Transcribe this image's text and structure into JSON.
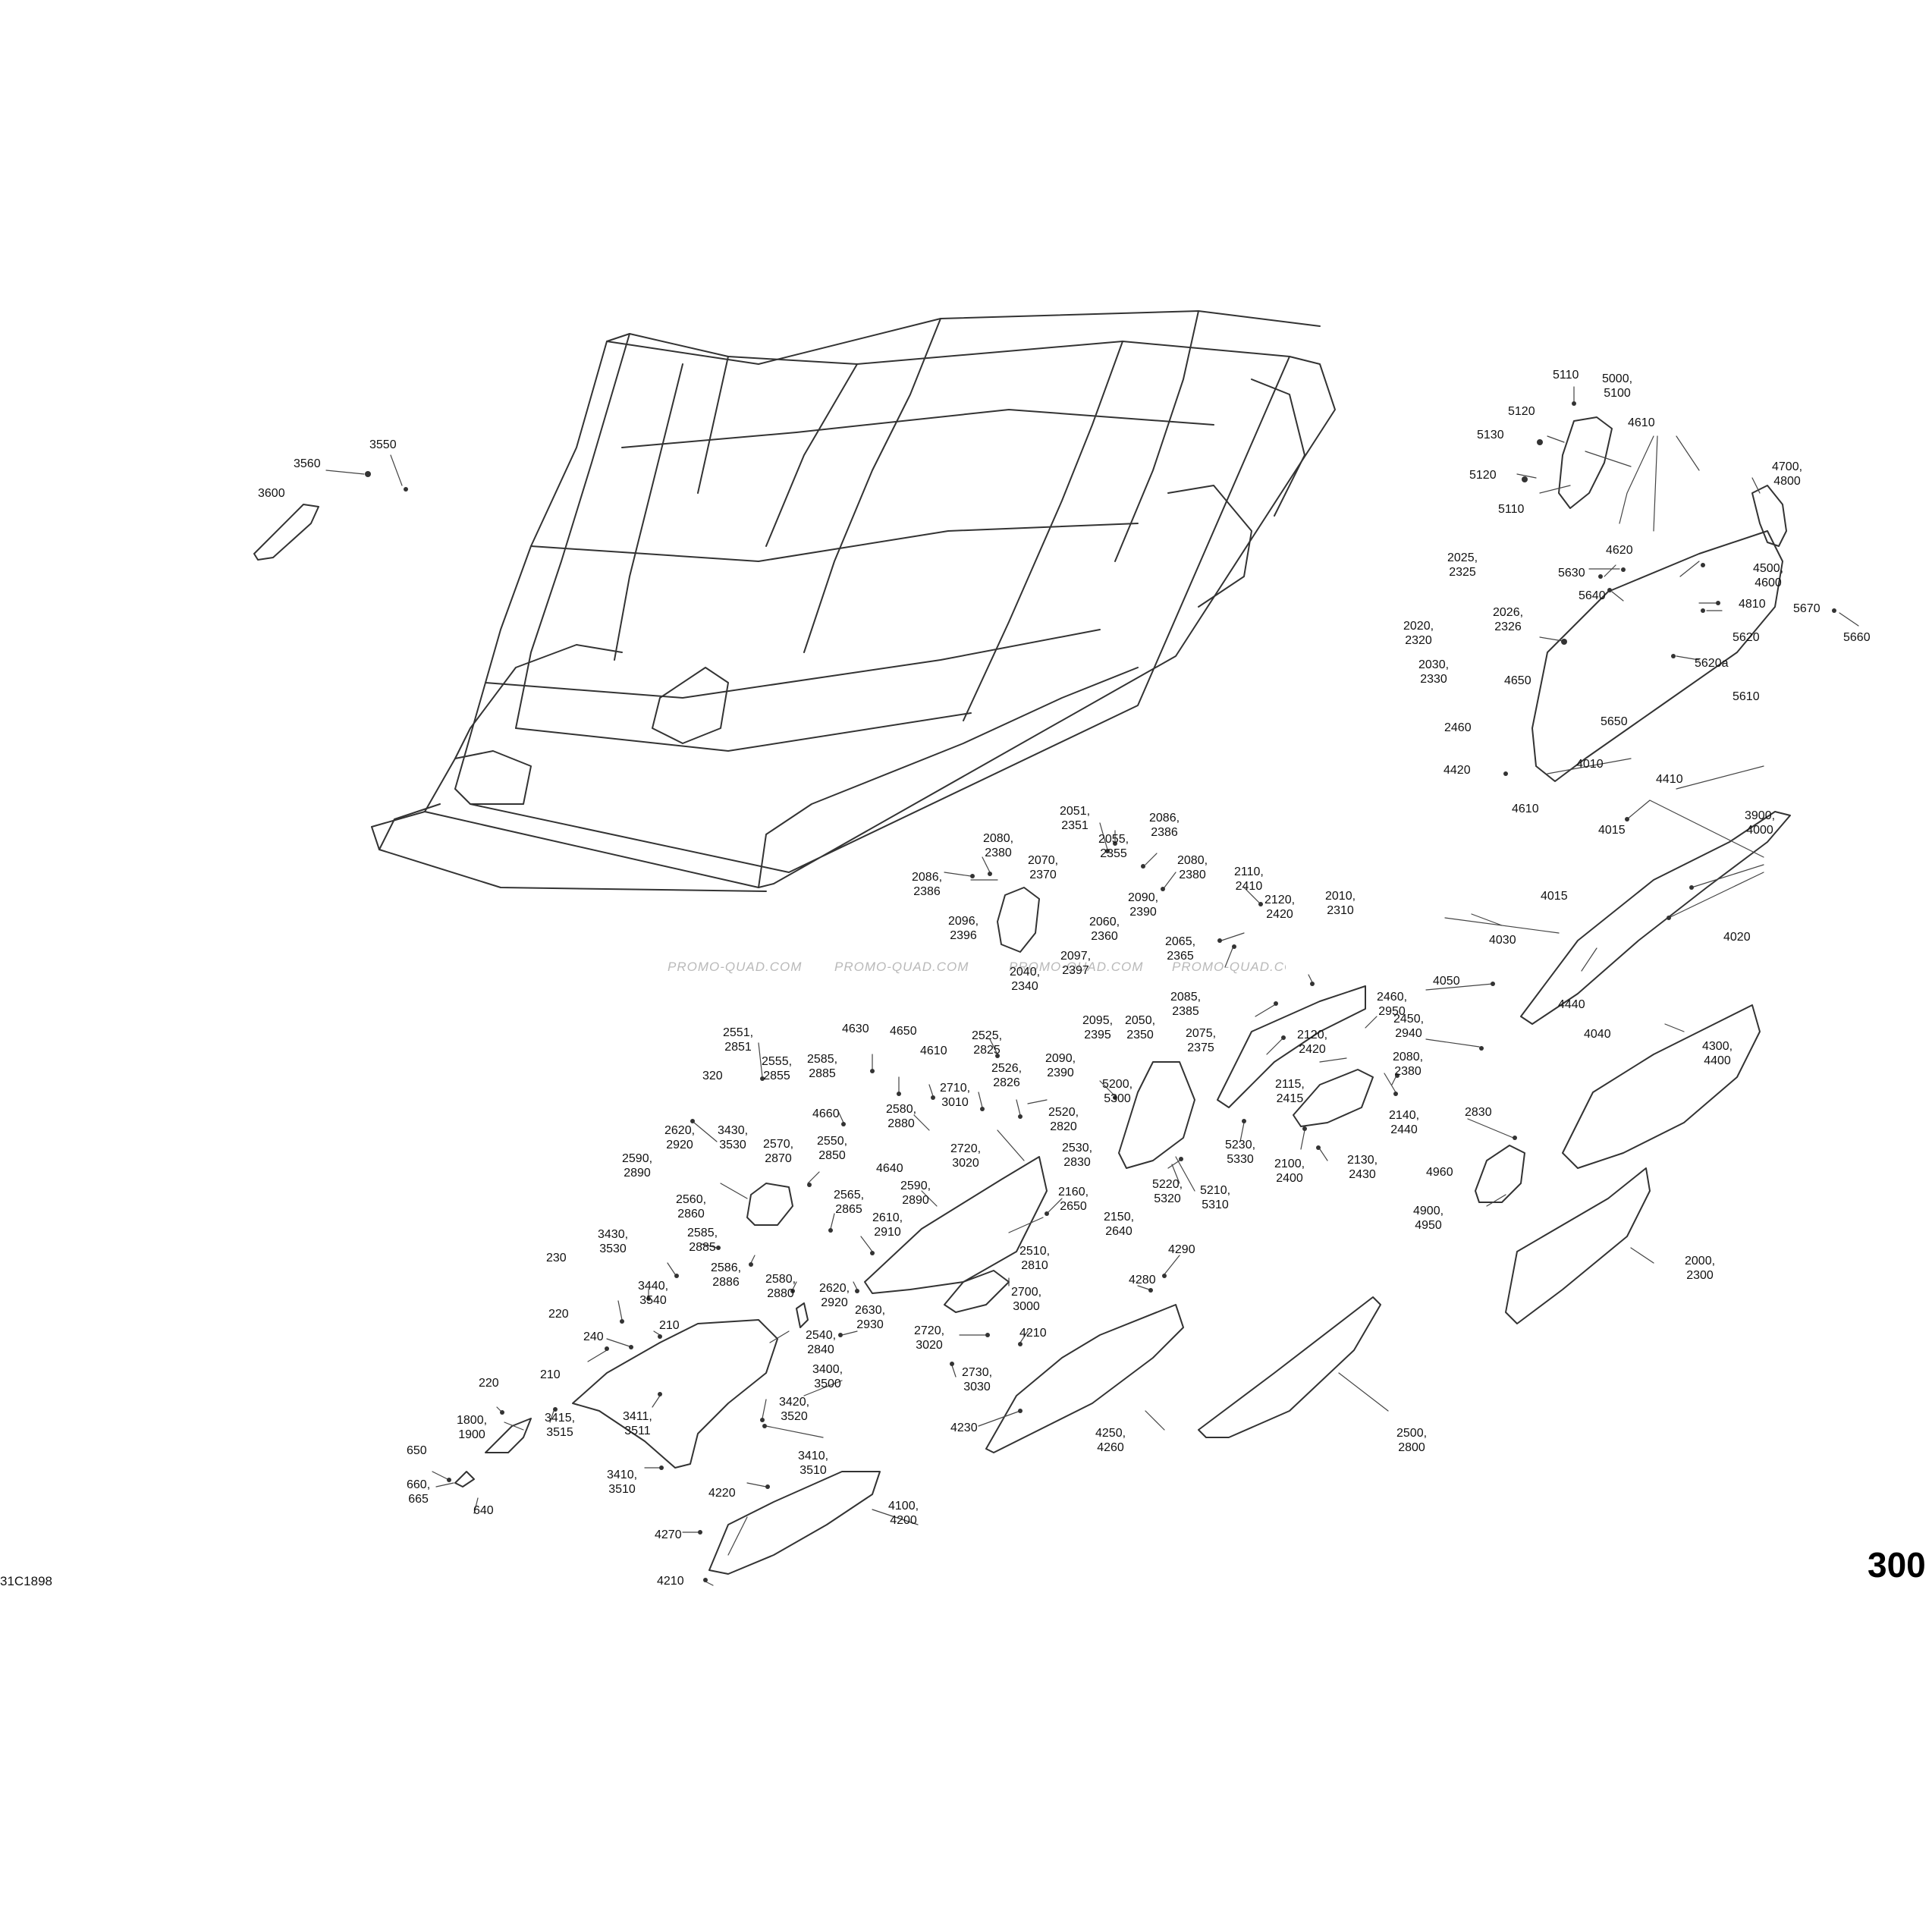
{
  "diagram": {
    "drawing_code": "31C1898",
    "page_number": "300",
    "watermark": "PROMO-QUAD.COM",
    "parts": [
      {
        "id": "p3550",
        "text": "3550"
      },
      {
        "id": "p3560",
        "text": "3560"
      },
      {
        "id": "p3600",
        "text": "3600"
      },
      {
        "id": "p5110a",
        "text": "5110"
      },
      {
        "id": "p5000",
        "text": "5000,\n5100"
      },
      {
        "id": "p5120a",
        "text": "5120"
      },
      {
        "id": "p5130",
        "text": "5130"
      },
      {
        "id": "p4610a",
        "text": "4610"
      },
      {
        "id": "p4700",
        "text": "4700,\n4800"
      },
      {
        "id": "p5120b",
        "text": "5120"
      },
      {
        "id": "p5110b",
        "text": "5110"
      },
      {
        "id": "p4620",
        "text": "4620"
      },
      {
        "id": "p2025",
        "text": "2025,\n2325"
      },
      {
        "id": "p5630",
        "text": "5630"
      },
      {
        "id": "p4500",
        "text": "4500,\n4600"
      },
      {
        "id": "p5640",
        "text": "5640"
      },
      {
        "id": "p2026",
        "text": "2026,\n2326"
      },
      {
        "id": "p4810",
        "text": "4810"
      },
      {
        "id": "p5670",
        "text": "5670"
      },
      {
        "id": "p2020",
        "text": "2020,\n2320"
      },
      {
        "id": "p5620",
        "text": "5620"
      },
      {
        "id": "p5660",
        "text": "5660"
      },
      {
        "id": "p2030",
        "text": "2030,\n2330"
      },
      {
        "id": "p5620a",
        "text": "5620a"
      },
      {
        "id": "p4650a",
        "text": "4650"
      },
      {
        "id": "p5610",
        "text": "5610"
      },
      {
        "id": "p5650",
        "text": "5650"
      },
      {
        "id": "p2460a",
        "text": "2460"
      },
      {
        "id": "p4420",
        "text": "4420"
      },
      {
        "id": "p4010",
        "text": "4010"
      },
      {
        "id": "p4410",
        "text": "4410"
      },
      {
        "id": "p4610b",
        "text": "4610"
      },
      {
        "id": "p3900",
        "text": "3900,\n4000"
      },
      {
        "id": "p4015a",
        "text": "4015"
      },
      {
        "id": "p4015b",
        "text": "4015"
      },
      {
        "id": "p4020",
        "text": "4020"
      },
      {
        "id": "p4030",
        "text": "4030"
      },
      {
        "id": "p4050",
        "text": "4050"
      },
      {
        "id": "p4440",
        "text": "4440"
      },
      {
        "id": "p4040",
        "text": "4040"
      },
      {
        "id": "p4300",
        "text": "4300,\n4400"
      },
      {
        "id": "p2830",
        "text": "2830"
      },
      {
        "id": "p4960",
        "text": "4960"
      },
      {
        "id": "p4900",
        "text": "4900,\n4950"
      },
      {
        "id": "p2000",
        "text": "2000,\n2300"
      },
      {
        "id": "p2051",
        "text": "2051,\n2351"
      },
      {
        "id": "p2055",
        "text": "2055,\n2355"
      },
      {
        "id": "p2086a",
        "text": "2086,\n2386"
      },
      {
        "id": "p2080a",
        "text": "2080,\n2380"
      },
      {
        "id": "p2070",
        "text": "2070,\n2370"
      },
      {
        "id": "p2080b",
        "text": "2080,\n2380"
      },
      {
        "id": "p2110",
        "text": "2110,\n2410"
      },
      {
        "id": "p2086b",
        "text": "2086,\n2386"
      },
      {
        "id": "p2096",
        "text": "2096,\n2396"
      },
      {
        "id": "p2090a",
        "text": "2090,\n2390"
      },
      {
        "id": "p2060",
        "text": "2060,\n2360"
      },
      {
        "id": "p2120a",
        "text": "2120,\n2420"
      },
      {
        "id": "p2010",
        "text": "2010,\n2310"
      },
      {
        "id": "p2065",
        "text": "2065,\n2365"
      },
      {
        "id": "p2097",
        "text": "2097,\n2397"
      },
      {
        "id": "p2040",
        "text": "2040,\n2340"
      },
      {
        "id": "p2085",
        "text": "2085,\n2385"
      },
      {
        "id": "p2460b",
        "text": "2460,\n2950"
      },
      {
        "id": "p2525",
        "text": "2525,\n2825"
      },
      {
        "id": "p2095",
        "text": "2095,\n2395"
      },
      {
        "id": "p2050",
        "text": "2050,\n2350"
      },
      {
        "id": "p2075",
        "text": "2075,\n2375"
      },
      {
        "id": "p2450",
        "text": "2450,\n2940"
      },
      {
        "id": "p2120b",
        "text": "2120,\n2420"
      },
      {
        "id": "p2551",
        "text": "2551,\n2851"
      },
      {
        "id": "p4630",
        "text": "4630"
      },
      {
        "id": "p4650b",
        "text": "4650"
      },
      {
        "id": "p4610c",
        "text": "4610"
      },
      {
        "id": "p2090b",
        "text": "2090,\n2390"
      },
      {
        "id": "p2080c",
        "text": "2080,\n2380"
      },
      {
        "id": "p2555",
        "text": "2555,\n2855"
      },
      {
        "id": "p2585a",
        "text": "2585,\n2885"
      },
      {
        "id": "p2526",
        "text": "2526,\n2826"
      },
      {
        "id": "p320",
        "text": "320"
      },
      {
        "id": "p2710",
        "text": "2710,\n3010"
      },
      {
        "id": "p2115",
        "text": "2115,\n2415"
      },
      {
        "id": "p2140",
        "text": "2140,\n2440"
      },
      {
        "id": "p5200",
        "text": "5200,\n5300"
      },
      {
        "id": "p4660",
        "text": "4660"
      },
      {
        "id": "p2580a",
        "text": "2580,\n2880"
      },
      {
        "id": "p2520",
        "text": "2520,\n2820"
      },
      {
        "id": "p2620a",
        "text": "2620,\n2920"
      },
      {
        "id": "p3430a",
        "text": "3430,\n3530"
      },
      {
        "id": "p2570",
        "text": "2570,\n2870"
      },
      {
        "id": "p2550",
        "text": "2550,\n2850"
      },
      {
        "id": "p2720a",
        "text": "2720,\n3020"
      },
      {
        "id": "p2530",
        "text": "2530,\n2830"
      },
      {
        "id": "p5230",
        "text": "5230,\n5330"
      },
      {
        "id": "p2100",
        "text": "2100,\n2400"
      },
      {
        "id": "p2130",
        "text": "2130,\n2430"
      },
      {
        "id": "p2590a",
        "text": "2590,\n2890"
      },
      {
        "id": "p4640",
        "text": "4640"
      },
      {
        "id": "p5220",
        "text": "5220,\n5320"
      },
      {
        "id": "p5210",
        "text": "5210,\n5310"
      },
      {
        "id": "p2560",
        "text": "2560,\n2860"
      },
      {
        "id": "p2590b",
        "text": "2590,\n2890"
      },
      {
        "id": "p2565",
        "text": "2565,\n2865"
      },
      {
        "id": "p2160",
        "text": "2160,\n2650"
      },
      {
        "id": "p2150",
        "text": "2150,\n2640"
      },
      {
        "id": "p2585b",
        "text": "2585,\n2885"
      },
      {
        "id": "p2610",
        "text": "2610,\n2910"
      },
      {
        "id": "p3430b",
        "text": "3430,\n3530"
      },
      {
        "id": "p230",
        "text": "230"
      },
      {
        "id": "p2510",
        "text": "2510,\n2810"
      },
      {
        "id": "p4290",
        "text": "4290"
      },
      {
        "id": "p2586",
        "text": "2586,\n2886"
      },
      {
        "id": "p2580b",
        "text": "2580,\n2880"
      },
      {
        "id": "p2620b",
        "text": "2620,\n2920"
      },
      {
        "id": "p4280",
        "text": "4280"
      },
      {
        "id": "p3440",
        "text": "3440,\n3540"
      },
      {
        "id": "p220a",
        "text": "220"
      },
      {
        "id": "p2700",
        "text": "2700,\n3000"
      },
      {
        "id": "p2630",
        "text": "2630,\n2930"
      },
      {
        "id": "p210a",
        "text": "210"
      },
      {
        "id": "p240",
        "text": "240"
      },
      {
        "id": "p2540",
        "text": "2540,\n2840"
      },
      {
        "id": "p2720b",
        "text": "2720,\n3020"
      },
      {
        "id": "p4210a",
        "text": "4210"
      },
      {
        "id": "p210b",
        "text": "210"
      },
      {
        "id": "p3400",
        "text": "3400,\n3500"
      },
      {
        "id": "p2730",
        "text": "2730,\n3030"
      },
      {
        "id": "p220b",
        "text": "220"
      },
      {
        "id": "p3420",
        "text": "3420,\n3520"
      },
      {
        "id": "p3411",
        "text": "3411,\n3511"
      },
      {
        "id": "p1800",
        "text": "1800,\n1900"
      },
      {
        "id": "p3415",
        "text": "3415,\n3515"
      },
      {
        "id": "p4230",
        "text": "4230"
      },
      {
        "id": "p4250",
        "text": "4250,\n4260"
      },
      {
        "id": "p2500",
        "text": "2500,\n2800"
      },
      {
        "id": "p650",
        "text": "650"
      },
      {
        "id": "p3410a",
        "text": "3410,\n3510"
      },
      {
        "id": "p660",
        "text": "660,\n665"
      },
      {
        "id": "p3410b",
        "text": "3410,\n3510"
      },
      {
        "id": "p4220",
        "text": "4220"
      },
      {
        "id": "p640",
        "text": "640"
      },
      {
        "id": "p4100",
        "text": "4100,\n4200"
      },
      {
        "id": "p4270",
        "text": "4270"
      },
      {
        "id": "p4210b",
        "text": "4210"
      }
    ]
  }
}
